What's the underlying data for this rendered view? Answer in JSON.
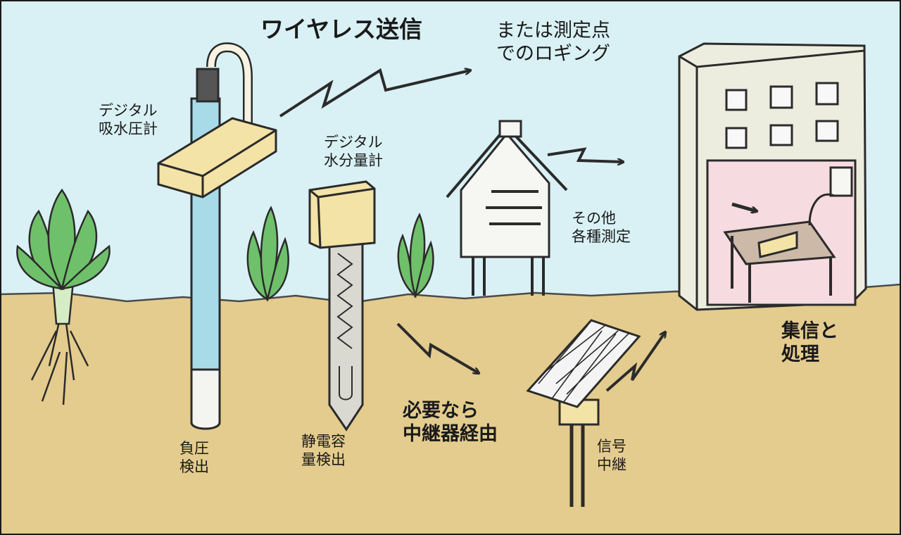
{
  "labels": {
    "wireless_tx": "ワイヤレス送信",
    "or_logging": "または測定点\nでのロギング",
    "tensiometer": "デジタル\n吸水圧計",
    "moisture_meter": "デジタル\n水分量計",
    "other_measure": "その他\n各種測定",
    "negative_pressure": "負圧\n検出",
    "capacitance": "静電容\n量検出",
    "via_repeater": "必要なら\n中継器経由",
    "signal_relay": "信号\n中継",
    "collect_process": "集信と\n処理"
  },
  "colors": {
    "sky": "#d9f1f5",
    "ground": "#e4cc8e",
    "grass": "#6fc06a",
    "tube": "#a8dbe8",
    "sensor_box": "#f3e3a6",
    "building_wall": "#ededdf",
    "building_room": "#f6dbe0",
    "outline": "#2b2b2b"
  }
}
